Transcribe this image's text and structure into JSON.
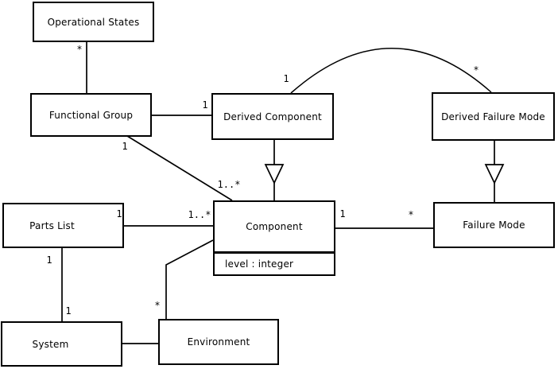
{
  "diagram_type": "uml-class-diagram",
  "colors": {
    "background": "#ffffff",
    "line": "#000000",
    "text": "#000000",
    "node_fill": "#ffffff"
  },
  "nodes": [
    {
      "id": "operational-states",
      "label": "Operational States"
    },
    {
      "id": "functional-group",
      "label": "Functional Group"
    },
    {
      "id": "derived-component",
      "label": "Derived Component"
    },
    {
      "id": "derived-failure-mode",
      "label": "Derived Failure Mode"
    },
    {
      "id": "parts-list",
      "label": "Parts List"
    },
    {
      "id": "component",
      "label": "Component",
      "attributes": [
        "level : integer"
      ]
    },
    {
      "id": "failure-mode",
      "label": "Failure Mode"
    },
    {
      "id": "system",
      "label": "System"
    },
    {
      "id": "environment",
      "label": "Environment"
    }
  ],
  "edges": [
    {
      "from": "operational-states",
      "to": "functional-group",
      "type": "association",
      "labels": [
        {
          "text": "*",
          "near": "operational-states"
        }
      ]
    },
    {
      "from": "functional-group",
      "to": "derived-component",
      "type": "association",
      "labels": [
        {
          "text": "1",
          "near": "derived-component"
        }
      ]
    },
    {
      "from": "functional-group",
      "to": "component",
      "type": "association",
      "labels": [
        {
          "text": "1",
          "near": "functional-group"
        },
        {
          "text": "1..*",
          "near": "component"
        }
      ]
    },
    {
      "from": "derived-component",
      "to": "derived-failure-mode",
      "type": "association-arc",
      "labels": [
        {
          "text": "1",
          "near": "derived-component"
        },
        {
          "text": "*",
          "near": "derived-failure-mode"
        }
      ]
    },
    {
      "from": "derived-component",
      "to": "component",
      "type": "generalization",
      "labels": []
    },
    {
      "from": "derived-failure-mode",
      "to": "failure-mode",
      "type": "generalization",
      "labels": []
    },
    {
      "from": "parts-list",
      "to": "component",
      "type": "association",
      "labels": [
        {
          "text": "1",
          "near": "parts-list"
        },
        {
          "text": "1..*",
          "near": "component"
        }
      ]
    },
    {
      "from": "component",
      "to": "failure-mode",
      "type": "association",
      "labels": [
        {
          "text": "1",
          "near": "component"
        },
        {
          "text": "*",
          "near": "failure-mode"
        }
      ]
    },
    {
      "from": "parts-list",
      "to": "system",
      "type": "association",
      "labels": [
        {
          "text": "1",
          "near": "parts-list"
        },
        {
          "text": "1",
          "near": "system"
        }
      ]
    },
    {
      "from": "component",
      "to": "environment",
      "type": "association",
      "labels": [
        {
          "text": "*",
          "near": "environment"
        }
      ]
    },
    {
      "from": "system",
      "to": "environment",
      "type": "association",
      "labels": []
    }
  ]
}
